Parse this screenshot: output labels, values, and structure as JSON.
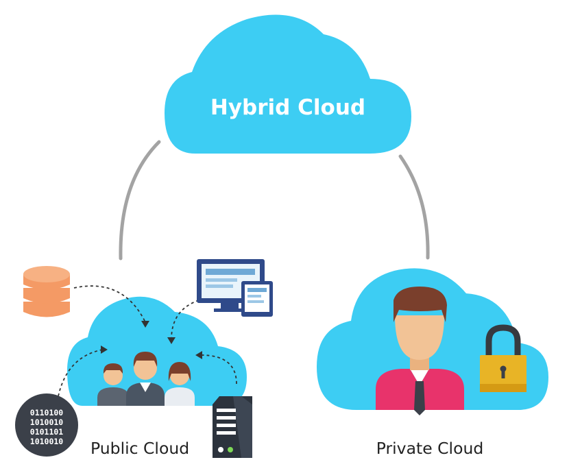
{
  "diagram": {
    "hybrid_label": "Hybrid Cloud",
    "public_label": "Public Cloud",
    "private_label": "Private Cloud",
    "binary_lines": [
      "0110100",
      "1010010",
      "0101101",
      "1010010"
    ]
  },
  "colors": {
    "cloud": "#3dcdf3",
    "connector": "#a3a3a3",
    "database": "#f49a65",
    "monitor": "#2f4a8a",
    "lock": "#e8b426",
    "shirt": "#e8336b",
    "skin": "#f2c396",
    "hair": "#7a3f2c",
    "dark": "#343b45",
    "text": "#222222"
  },
  "icons": [
    "database-icon",
    "devices-icon",
    "users-group-icon",
    "binary-disk-icon",
    "server-icon",
    "user-avatar-icon",
    "padlock-icon"
  ]
}
